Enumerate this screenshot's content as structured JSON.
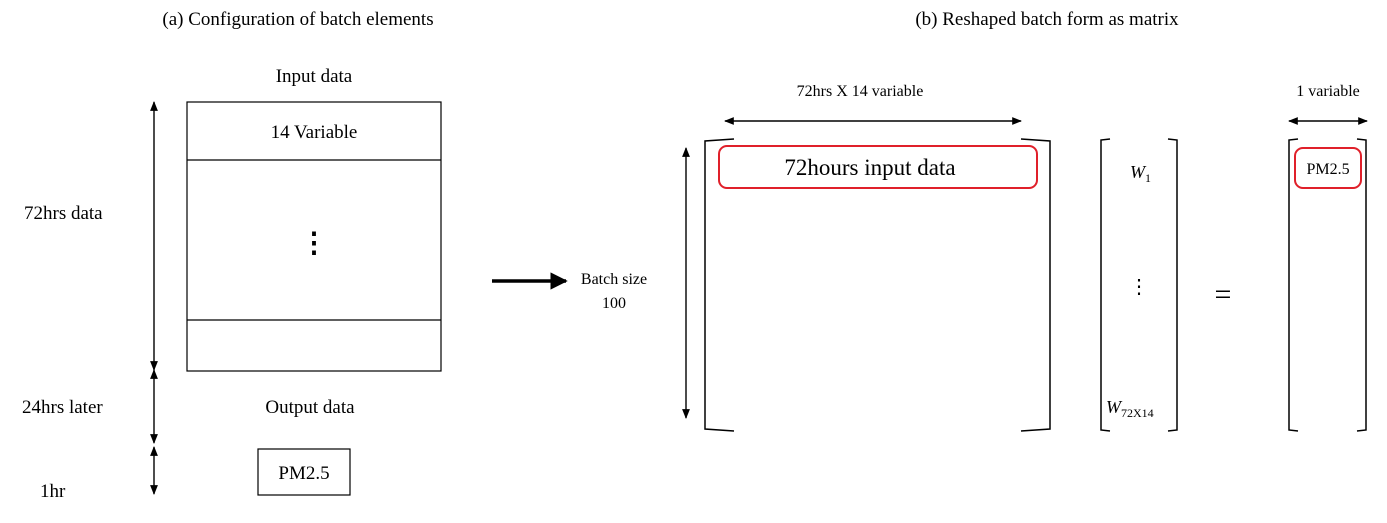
{
  "panel_a": {
    "title": "(a) Configuration of batch elements",
    "input_label": "Input data",
    "variable_row": "14 Variable",
    "ellipsis": "⋮",
    "span_72": "72hrs data",
    "span_24": "24hrs later",
    "output_label": "Output data",
    "output_box": "PM2.5",
    "span_1hr": "1hr"
  },
  "panel_b": {
    "title": "(b) Reshaped batch form as matrix",
    "width_label": "72hrs X 14 variable",
    "batch_label_1": "Batch size",
    "batch_label_2": "100",
    "highlight_row": "72hours input data",
    "weight_first": {
      "base": "W",
      "sub": "1"
    },
    "weight_ellipsis": "⋮",
    "weight_last": {
      "base": "W",
      "sub": "72X14"
    },
    "equals": "=",
    "output_width_label": "1 variable",
    "output_cell": "PM2.5"
  },
  "colors": {
    "line": "#000000",
    "highlight": "#e0202a"
  }
}
